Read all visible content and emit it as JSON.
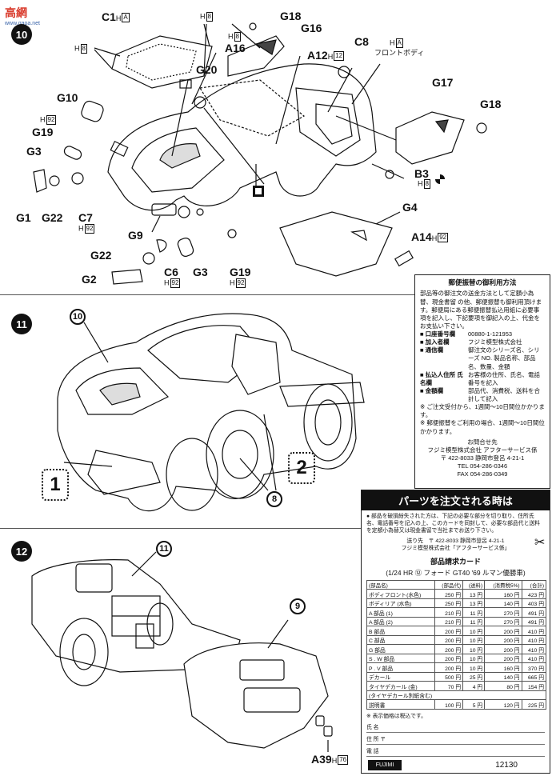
{
  "watermark": {
    "title": "高網",
    "url": "www.gaoa.net"
  },
  "step10": {
    "number": "10",
    "front_body_label": "フロントボディ"
  },
  "step11": {
    "number": "11",
    "part": "10",
    "sub1": "1",
    "sub2": "2",
    "sub_part": "8"
  },
  "step12": {
    "number": "12",
    "part_a": "11",
    "part_b": "9"
  },
  "postal": {
    "title": "郵便振替の御利用方法",
    "intro": "部品等の御注文の送金方法として定額小為替、現金書留 の他、郵便振替も御利用頂けます。郵便局にある郵便振替払込用紙に必要事項を記入し、下記要項を御記入の上、代金をお支払い下さい。",
    "rows": [
      {
        "k": "■ 口座番号欄",
        "v": "00880-1-121953"
      },
      {
        "k": "■ 加入者欄",
        "v": "フジミ模型株式会社"
      },
      {
        "k": "■ 通信欄",
        "v": "御注文のシリーズ名、シリーズ NO. 製品名称、部品名、数量、金額"
      },
      {
        "k": "■ 払込人住所 氏名欄",
        "v": "お客様の住所、氏名、電話番号を記入"
      },
      {
        "k": "■ 金額欄",
        "v": "部品代、消費税、送料を合計して記入"
      }
    ],
    "note1": "※ ご注文受付から、1週間〜10日間位かかります。",
    "note2": "※ 郵便振替をご利用の場合、1週間〜10日間位かかります。",
    "contact_title": "お問合せ先",
    "company": "フジミ模型株式会社 アフターサービス係",
    "address": "〒 422-8033 静岡市登呂 4-21-1",
    "tel": "TEL 054-286-0346",
    "fax": "FAX 054-286-0349"
  },
  "order": {
    "banner": "パーツを注文される時は",
    "desc": "● 部品を破損紛失された方は、下記の必要な部分を切り取り、住所氏名、電話番号を記入の上、このカードを同封して、必要な部品代と送料を定額小為替又は現金書留で当社までお送り下さい。",
    "send_to": "送り先　〒 422-8033 静岡市登呂 4-21-1",
    "send_company": "フジミ模型株式会社「アフターサービス係」",
    "card_title": "部品請求カード",
    "model": "(1/24 HR ⑫ フォード GT40 '69 ルマン優勝車)",
    "headers": [
      "(部品名)",
      "(部品代)",
      "(送料)",
      "(消費税5%)",
      "(合計)"
    ],
    "rows": [
      [
        "ボディフロント(水色)",
        "250 円",
        "13 円",
        "160 円",
        "423 円"
      ],
      [
        "ボディリア (水色)",
        "250 円",
        "13 円",
        "140 円",
        "403 円"
      ],
      [
        "A 部品 (1)",
        "210 円",
        "11 円",
        "270 円",
        "491 円"
      ],
      [
        "A 部品 (2)",
        "210 円",
        "11 円",
        "270 円",
        "491 円"
      ],
      [
        "B 部品",
        "200 円",
        "10 円",
        "200 円",
        "410 円"
      ],
      [
        "C 部品",
        "200 円",
        "10 円",
        "200 円",
        "410 円"
      ],
      [
        "G 部品",
        "200 円",
        "10 円",
        "200 円",
        "410 円"
      ],
      [
        "S . W 部品",
        "200 円",
        "10 円",
        "200 円",
        "410 円"
      ],
      [
        "P . V 部品",
        "200 円",
        "10 円",
        "160 円",
        "370 円"
      ],
      [
        "デカール",
        "500 円",
        "25 円",
        "140 円",
        "665 円"
      ],
      [
        "タイヤデカール (金)",
        "70 円",
        "4 円",
        "80 円",
        "154 円"
      ],
      [
        "(タイヤデカール別紙含む)",
        "",
        "",
        "",
        ""
      ],
      [
        "説明書",
        "100 円",
        "5 円",
        "120 円",
        "225 円"
      ]
    ],
    "footnote": "※ 表示価格は税込です。",
    "name_label": "氏 名",
    "addr_label": "住 所 〒",
    "tel_label": "電 話",
    "code": "12130",
    "logo": "FUJIMI"
  }
}
